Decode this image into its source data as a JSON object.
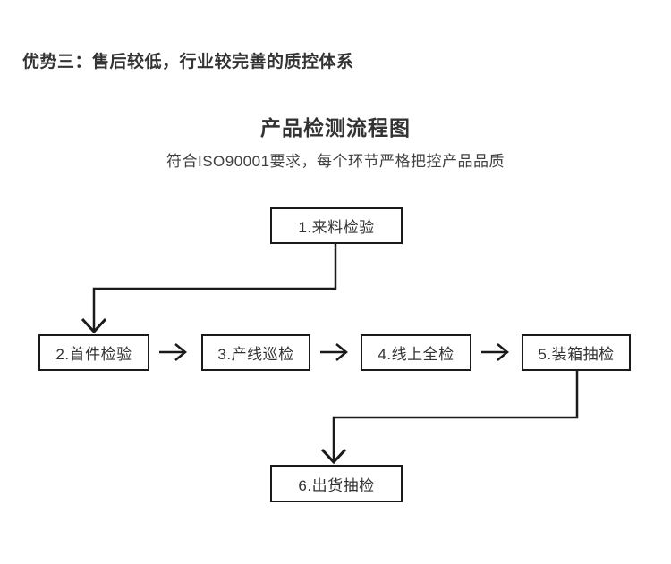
{
  "heading": {
    "text": "优势三：售后较低，行业较完善的质控体系"
  },
  "flow": {
    "title": "产品检测流程图",
    "subtitle": "符合ISO90001要求，每个环节严格把控产品品质",
    "nodes": [
      {
        "step": 1,
        "label": "1.来料检验"
      },
      {
        "step": 2,
        "label": "2.首件检验"
      },
      {
        "step": 3,
        "label": "3.产线巡检"
      },
      {
        "step": 4,
        "label": "4.线上全检"
      },
      {
        "step": 5,
        "label": "5.装箱抽检"
      },
      {
        "step": 6,
        "label": "6.出货抽检"
      }
    ],
    "connections": [
      "1→2",
      "2→3",
      "3→4",
      "4→5",
      "5→6"
    ]
  },
  "colors": {
    "background": "#ffffff",
    "line": "#1a1a1a",
    "text": "#333333",
    "box_fill": "#ffffff"
  }
}
